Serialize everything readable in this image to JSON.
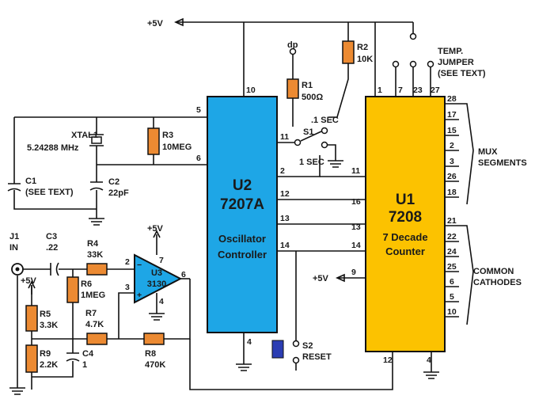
{
  "u2": {
    "name": "U2",
    "part": "7207A",
    "desc1": "Oscillator",
    "desc2": "Controller",
    "color": "#1ea6e6"
  },
  "u1": {
    "name": "U1",
    "part": "7208",
    "desc1": "7 Decade",
    "desc2": "Counter",
    "color": "#fcc200"
  },
  "u3": {
    "name": "U3",
    "part": "3130",
    "color": "#1ea6e6"
  },
  "resistor_color": "#ec8a32",
  "reset_button_color": "#2b3db3",
  "supply": {
    "top": "+5V",
    "u3": "+5V",
    "left": "+5V",
    "u1_pin9": "+5V"
  },
  "labels": {
    "xtal1_a": "XTAL1",
    "xtal1_b": "5.24288 MHz",
    "c1_a": "C1",
    "c1_b": "(SEE TEXT)",
    "c2_a": "C2",
    "c2_b": "22pF",
    "r3_a": "R3",
    "r3_b": "10MEG",
    "r1_a": "R1",
    "r1_b": "500Ω",
    "dp": "dp",
    "s1": "S1",
    "s1_pos1": ".1 SEC",
    "s1_pos2": "1 SEC",
    "r2_a": "R2",
    "r2_b": "10K",
    "temp_a": "TEMP.",
    "temp_b": "JUMPER",
    "temp_c": "(SEE TEXT)",
    "mux_a": "MUX",
    "mux_b": "SEGMENTS",
    "cc_a": "COMMON",
    "cc_b": "CATHODES",
    "j1_a": "J1",
    "j1_b": "IN",
    "c3_a": "C3",
    "c3_b": ".22",
    "r4_a": "R4",
    "r4_b": "33K",
    "r6_a": "R6",
    "r6_b": "1MEG",
    "r5_a": "R5",
    "r5_b": "3.3K",
    "r9_a": "R9",
    "r9_b": "2.2K",
    "r7_a": "R7",
    "r7_b": "4.7K",
    "c4_a": "C4",
    "c4_b": "1",
    "r8_a": "R8",
    "r8_b": "470K",
    "s2_a": "S2",
    "s2_b": "RESET"
  },
  "pins": {
    "u2_10": "10",
    "u2_5": "5",
    "u2_6": "6",
    "u2_11": "11",
    "u2_2": "2",
    "u2_12": "12",
    "u2_13": "13",
    "u2_14": "14",
    "u2_4": "4",
    "u1_1": "1",
    "u1_7": "7",
    "u1_23": "23",
    "u1_27": "27",
    "u1_11": "11",
    "u1_16": "16",
    "u1_13": "13",
    "u1_14": "14",
    "u1_9": "9",
    "u1_12": "12",
    "u1_4": "4",
    "u3_2": "2",
    "u3_3": "3",
    "u3_7": "7",
    "u3_6": "6",
    "u3_4": "4",
    "u3_minus": "−",
    "u3_plus": "+",
    "mux": [
      "28",
      "17",
      "15",
      "2",
      "3",
      "26",
      "18"
    ],
    "cc": [
      "21",
      "22",
      "24",
      "25",
      "6",
      "5",
      "10"
    ]
  }
}
